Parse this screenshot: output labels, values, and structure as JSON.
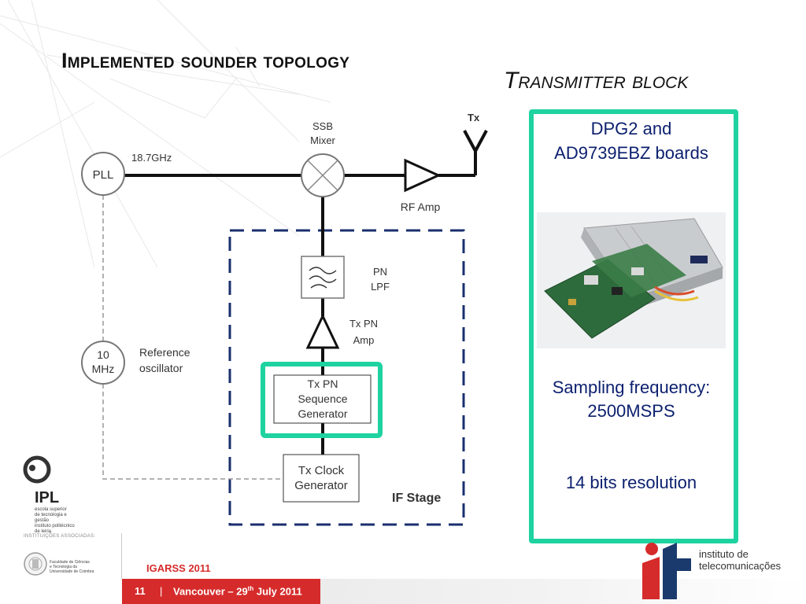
{
  "slide": {
    "title": "Implemented sounder topology",
    "subtitle": "Transmitter block",
    "page_number": "11",
    "separator": "|",
    "footer_location": "Vancouver – 29th July 2011",
    "conference": "IGARSS 2011"
  },
  "diagram": {
    "tx_label": "Tx",
    "pll_label": "PLL",
    "freq_label": "18.7GHz",
    "mixer_label_1": "SSB",
    "mixer_label_2": "Mixer",
    "rf_amp_label": "RF Amp",
    "lpf_label_1": "PN",
    "lpf_label_2": "LPF",
    "pn_amp_label_1": "Tx PN",
    "pn_amp_label_2": "Amp",
    "osc_label_1": "10",
    "osc_label_2": "MHz",
    "ref_label_1": "Reference",
    "ref_label_2": "oscillator",
    "seqgen_label_1": "Tx PN",
    "seqgen_label_2": "Sequence",
    "seqgen_label_3": "Generator",
    "clock_label_1": "Tx Clock",
    "clock_label_2": "Generator",
    "if_stage_label": "IF Stage"
  },
  "panel": {
    "boards_line_1": "DPG2 and",
    "boards_line_2": "AD9739EBZ boards",
    "sampling_line_1": "Sampling frequency:",
    "sampling_line_2": "2500MSPS",
    "resolution": "14 bits resolution"
  },
  "logos": {
    "ipl_name": "IPL",
    "ipl_sub_1": "escola superior",
    "ipl_sub_2": "de tecnologia e gestão",
    "ipl_sub_3": "instituto politécnico",
    "ipl_sub_4": "de leiria",
    "associated": "INSTITUIÇÕES ASSOCIADAS:",
    "fct_1": "Faculdade de Ciências",
    "fct_2": "e Tecnologia da",
    "fct_3": "Universidade de Coimbra",
    "it_1": "instituto de",
    "it_2": "telecomunicações"
  },
  "colors": {
    "accent_green": "#1ed3a0",
    "if_stage_blue": "#1a2f6e",
    "footer_red": "#d62b2b",
    "panel_text_blue": "#0b1f6e"
  }
}
